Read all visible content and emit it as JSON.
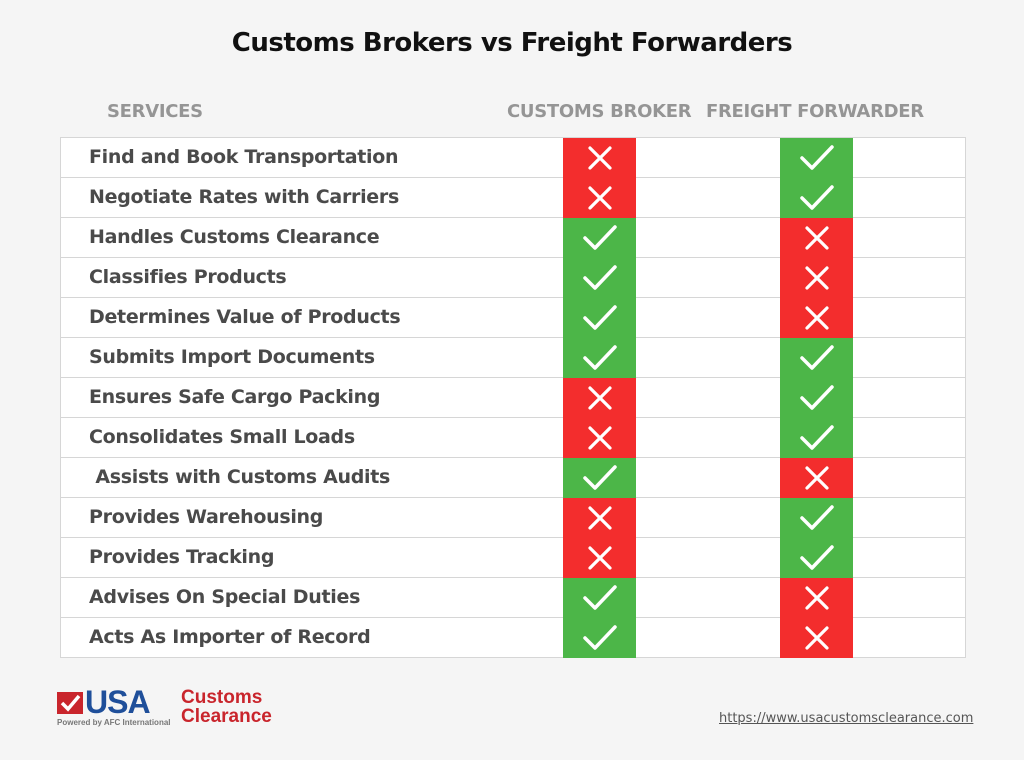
{
  "title": "Customs Brokers vs Freight Forwarders",
  "headers": {
    "services": "SERVICES",
    "customs_broker": "CUSTOMS BROKER",
    "freight_forwarder": "FREIGHT FORWARDER"
  },
  "colors": {
    "yes": "#4cb648",
    "no": "#f32d2d"
  },
  "rows": [
    {
      "service": "Find and Book Transportation",
      "customs_broker": "no",
      "freight_forwarder": "yes"
    },
    {
      "service": "Negotiate Rates with Carriers",
      "customs_broker": "no",
      "freight_forwarder": "yes"
    },
    {
      "service": "Handles Customs Clearance",
      "customs_broker": "yes",
      "freight_forwarder": "no"
    },
    {
      "service": "Classifies Products",
      "customs_broker": "yes",
      "freight_forwarder": "no"
    },
    {
      "service": "Determines Value of Products",
      "customs_broker": "yes",
      "freight_forwarder": "no"
    },
    {
      "service": "Submits Import Documents",
      "customs_broker": "yes",
      "freight_forwarder": "yes"
    },
    {
      "service": "Ensures Safe Cargo Packing",
      "customs_broker": "no",
      "freight_forwarder": "yes"
    },
    {
      "service": "Consolidates Small Loads",
      "customs_broker": "no",
      "freight_forwarder": "yes"
    },
    {
      "service": " Assists with Customs Audits",
      "customs_broker": "yes",
      "freight_forwarder": "no"
    },
    {
      "service": "Provides Warehousing",
      "customs_broker": "no",
      "freight_forwarder": "yes"
    },
    {
      "service": "Provides Tracking",
      "customs_broker": "no",
      "freight_forwarder": "yes"
    },
    {
      "service": "Advises On Special Duties",
      "customs_broker": "yes",
      "freight_forwarder": "no"
    },
    {
      "service": "Acts As Importer of Record",
      "customs_broker": "yes",
      "freight_forwarder": "no"
    }
  ],
  "footer": {
    "logo_main": "USA",
    "logo_line1": "Customs",
    "logo_line2": "Clearance",
    "logo_tagline": "Powered by AFC International",
    "url": "https://www.usacustomsclearance.com"
  }
}
